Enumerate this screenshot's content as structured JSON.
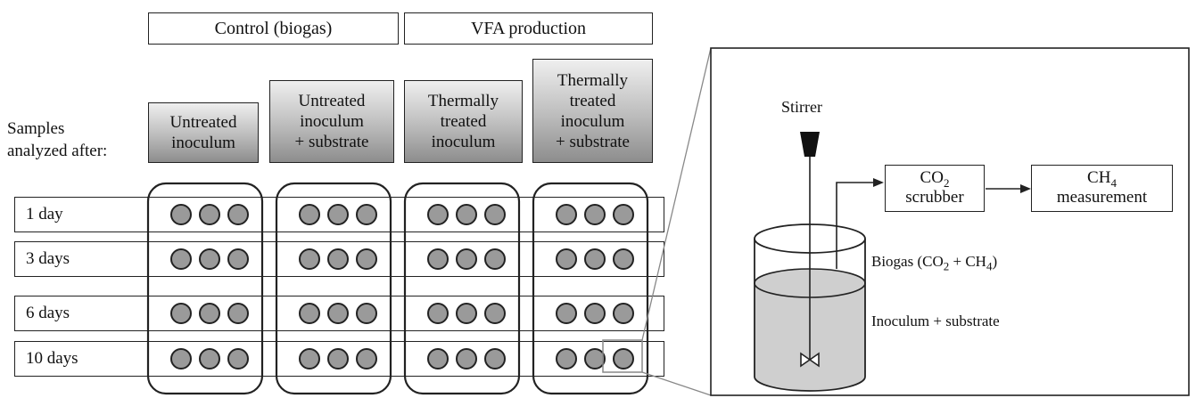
{
  "headers": {
    "control": "Control (biogas)",
    "vfa": "VFA production"
  },
  "conditions": [
    "Untreated\ninoculum",
    "Untreated\ninoculum\n+ substrate",
    "Thermally\ntreated\ninoculum",
    "Thermally\ntreated\ninoculum\n+ substrate"
  ],
  "samples_label": "Samples\nanalyzed after:",
  "time_points": [
    "1 day",
    "3 days",
    "6 days",
    "10 days"
  ],
  "replicates_per_cell": 3,
  "reactor": {
    "stirrer": "Stirrer",
    "scrubber_pre": "CO",
    "scrubber_sub": "2",
    "scrubber_post": "scrubber",
    "measure_pre": "CH",
    "measure_sub": "4",
    "measure_post": "measurement",
    "biogas_a": "Biogas (CO",
    "biogas_b": "2",
    "biogas_c": " + CH",
    "biogas_d": "4",
    "biogas_e": ")",
    "liquid": "Inoculum + substrate"
  },
  "colors": {
    "line": "#222222",
    "sample_fill": "#9a9a9a",
    "liquid_fill": "#cfcfcf",
    "zoom_line": "#888888"
  }
}
